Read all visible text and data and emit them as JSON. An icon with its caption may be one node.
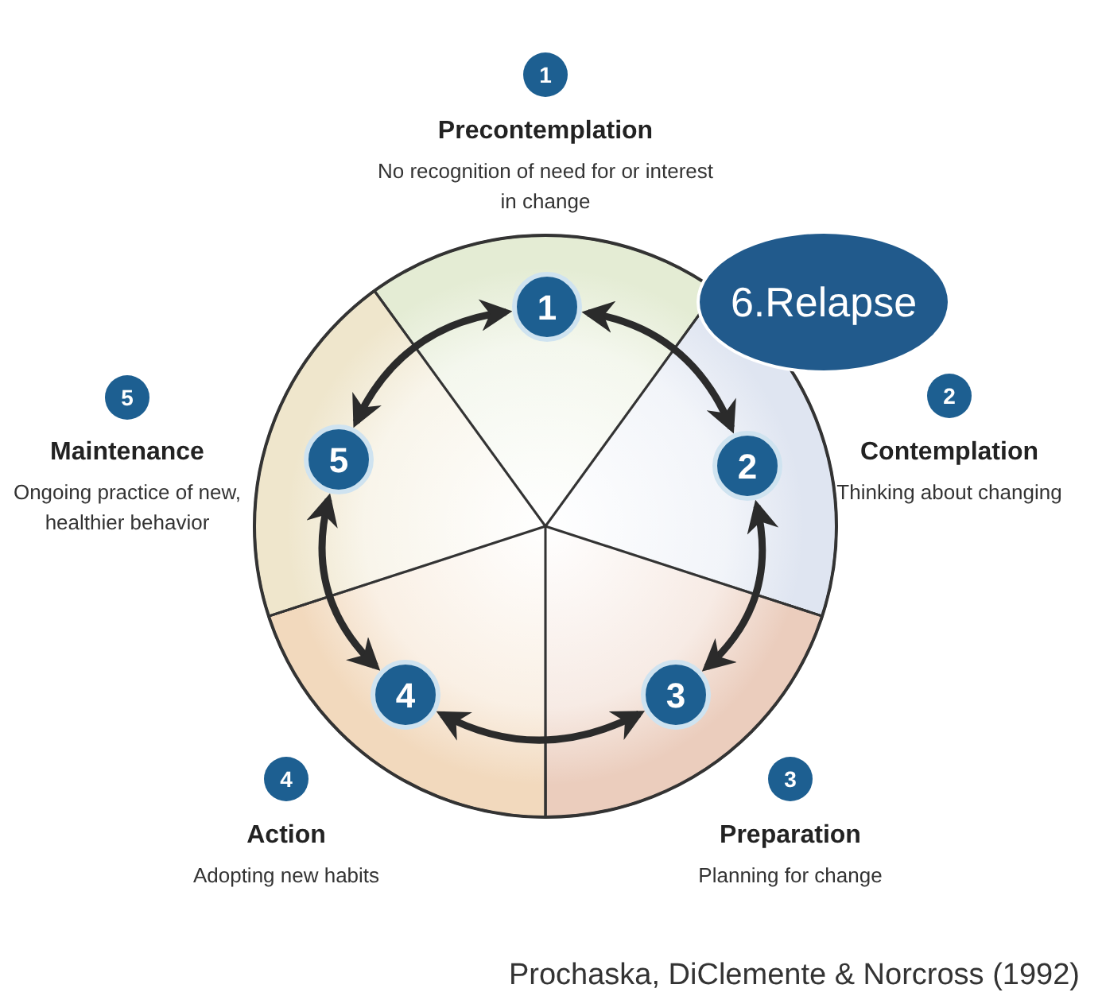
{
  "diagram": {
    "caption": "Prochaska, DiClemente & Norcross (1992)",
    "nodes": [
      {
        "text": [
          "1"
        ]
      },
      {
        "text": [
          "2"
        ]
      },
      {
        "text": [
          "3"
        ]
      },
      {
        "text": [
          "4"
        ]
      },
      {
        "text": [
          "5"
        ]
      },
      {
        "text": [
          "1"
        ],
        "beside": [
          "Precontemplation",
          "No recognition of need for or interest in change"
        ]
      },
      {
        "text": [
          "2"
        ],
        "beside": [
          "Contemplation",
          "Thinking about changing"
        ]
      },
      {
        "text": [
          "3"
        ],
        "beside": [
          "Preparation",
          "Planning for change"
        ]
      },
      {
        "text": [
          "4"
        ],
        "beside": [
          "Action",
          "Adopting new habits"
        ]
      },
      {
        "text": [
          "5"
        ],
        "beside": [
          "Maintenance",
          "Ongoing practice of new, healthier behavior"
        ]
      },
      {
        "text": [
          "6.Relapse"
        ]
      }
    ],
    "edges": [
      {
        "from": 0,
        "to": 1,
        "arrow": "both"
      },
      {
        "from": 1,
        "to": 2,
        "arrow": "both"
      },
      {
        "from": 2,
        "to": 3,
        "arrow": "both"
      },
      {
        "from": 3,
        "to": 4,
        "arrow": "both"
      },
      {
        "from": 4,
        "to": 0,
        "arrow": "both"
      }
    ]
  }
}
